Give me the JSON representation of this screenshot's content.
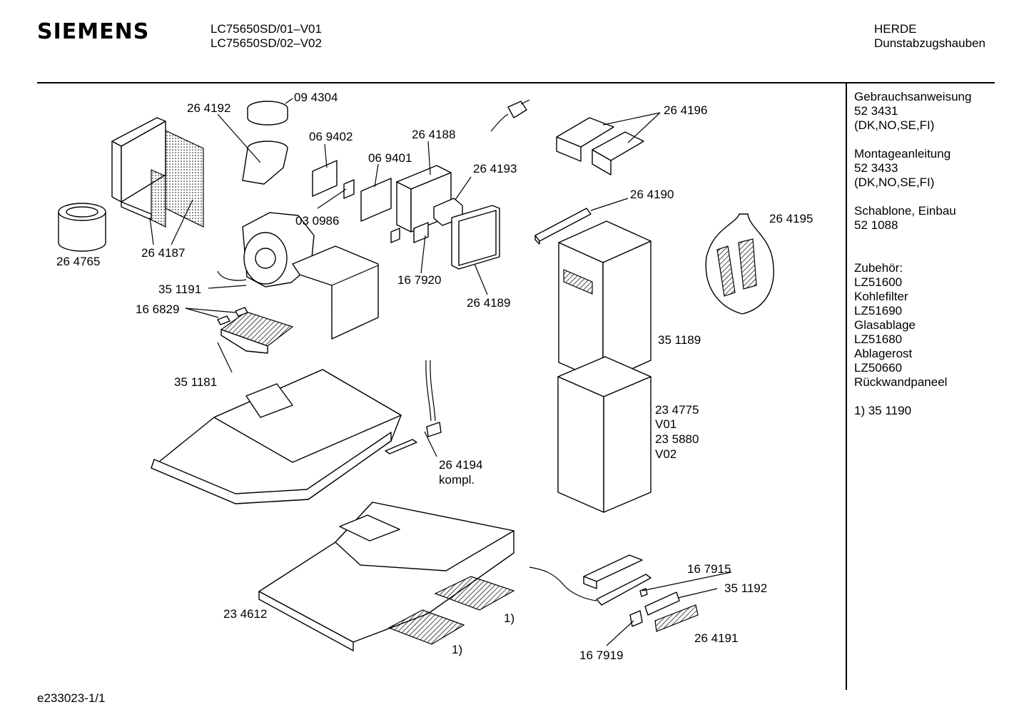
{
  "header": {
    "brand": "SIEMENS",
    "model_line_1": "LC75650SD/01–V01",
    "model_line_2": "LC75650SD/02–V02",
    "category_line_1": "HERDE",
    "category_line_2": "Dunstabzugshauben"
  },
  "sidebar": {
    "groups": [
      {
        "lines": [
          "Gebrauchsanweisung",
          "52 3431",
          "(DK,NO,SE,FI)"
        ]
      },
      {
        "lines": [
          "Montageanleitung",
          "52 3433",
          "(DK,NO,SE,FI)"
        ]
      },
      {
        "lines": [
          "Schablone, Einbau",
          "52 1088"
        ]
      },
      {
        "lines": [
          "Zubehör:",
          "LZ51600",
          "Kohlefilter",
          "LZ51690",
          "Glasablage",
          "LZ51680",
          "Ablagerost",
          "LZ50660",
          "Rückwandpaneel"
        ]
      },
      {
        "lines": [
          "1) 35 1190"
        ]
      }
    ]
  },
  "parts": [
    {
      "id": "264192",
      "label": "26 4192"
    },
    {
      "id": "094304",
      "label": "09 4304"
    },
    {
      "id": "069402",
      "label": "06 9402"
    },
    {
      "id": "264188",
      "label": "26 4188"
    },
    {
      "id": "069401",
      "label": "06 9401"
    },
    {
      "id": "264193",
      "label": "26 4193"
    },
    {
      "id": "264196",
      "label": "26 4196"
    },
    {
      "id": "264190",
      "label": "26 4190"
    },
    {
      "id": "264195",
      "label": "26 4195"
    },
    {
      "id": "030986",
      "label": "03 0986"
    },
    {
      "id": "264765",
      "label": "26 4765"
    },
    {
      "id": "264187",
      "label": "26 4187"
    },
    {
      "id": "351191",
      "label": "35 1191"
    },
    {
      "id": "167920",
      "label": "16 7920"
    },
    {
      "id": "264189",
      "label": "26 4189"
    },
    {
      "id": "166829",
      "label": "16 6829"
    },
    {
      "id": "351189",
      "label": "35 1189"
    },
    {
      "id": "351181",
      "label": "35 1181"
    },
    {
      "id": "234775",
      "label": "23 4775"
    },
    {
      "id": "v01",
      "label": "V01"
    },
    {
      "id": "235880",
      "label": "23 5880"
    },
    {
      "id": "v02",
      "label": "V02"
    },
    {
      "id": "264194",
      "label": "26 4194"
    },
    {
      "id": "kompl",
      "label": "kompl."
    },
    {
      "id": "167915",
      "label": "16 7915"
    },
    {
      "id": "351192",
      "label": "35 1192"
    },
    {
      "id": "234612",
      "label": "23 4612"
    },
    {
      "id": "note1a",
      "label": "1)"
    },
    {
      "id": "note1b",
      "label": "1)"
    },
    {
      "id": "264191",
      "label": "26 4191"
    },
    {
      "id": "167919",
      "label": "16 7919"
    }
  ],
  "footer": {
    "code": "e233023-1/1"
  }
}
